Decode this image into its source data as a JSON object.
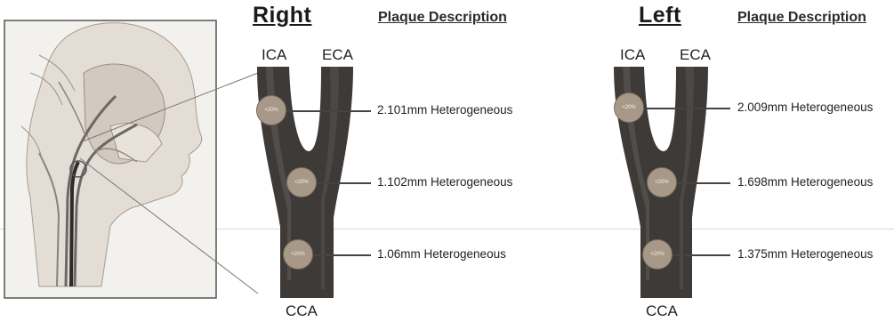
{
  "right": {
    "title": "Right",
    "plaque_header": "Plaque Description",
    "labels": {
      "ica": "ICA",
      "eca": "ECA",
      "cca": "CCA"
    },
    "plaques": [
      {
        "marker": "<20%",
        "description": "2.101mm Heterogeneous"
      },
      {
        "marker": "<20%",
        "description": "1.102mm Heterogeneous"
      },
      {
        "marker": "<20%",
        "description": "1.06mm Heterogeneous"
      }
    ]
  },
  "left": {
    "title": "Left",
    "plaque_header": "Plaque Description",
    "labels": {
      "ica": "ICA",
      "eca": "ECA",
      "cca": "CCA"
    },
    "plaques": [
      {
        "marker": "<20%",
        "description": "2.009mm Heterogeneous"
      },
      {
        "marker": "<20%",
        "description": "1.698mm Heterogeneous"
      },
      {
        "marker": "<20%",
        "description": "1.375mm Heterogeneous"
      }
    ]
  },
  "colors": {
    "vessel": "#3d3a38",
    "marker_fill": "#a89888",
    "illustration_tone": "#b9b2aa"
  }
}
